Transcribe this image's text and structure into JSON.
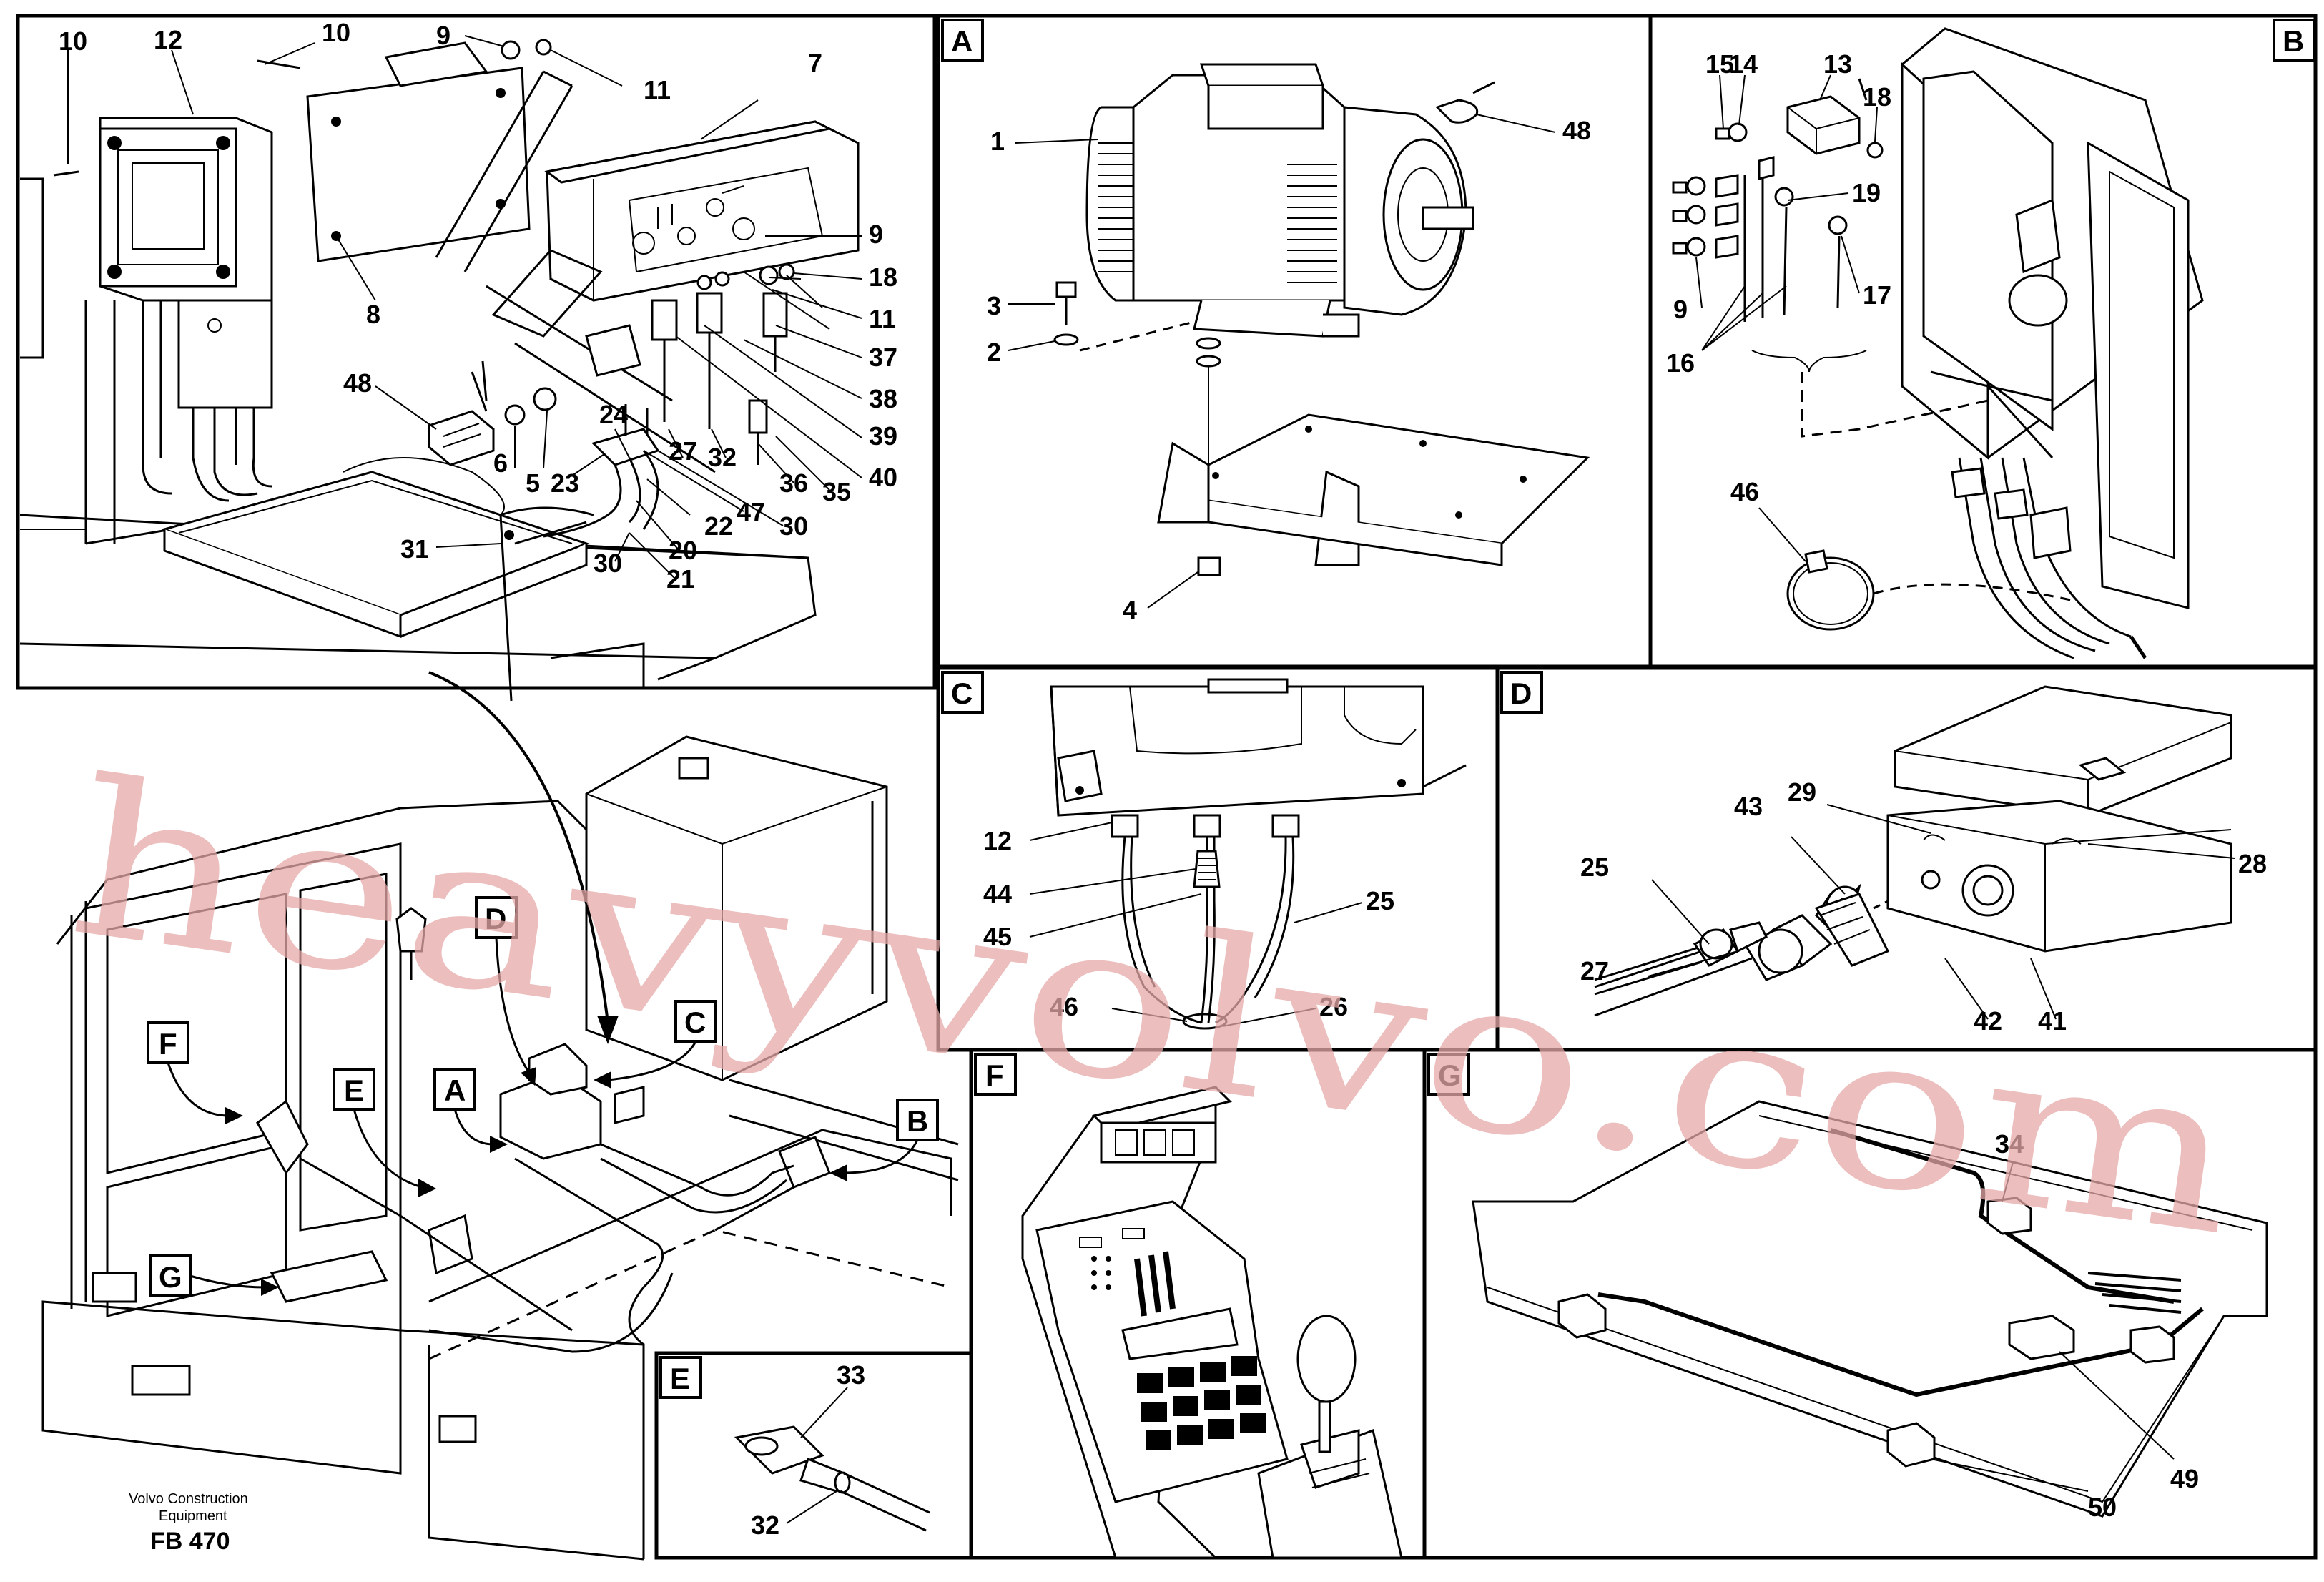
{
  "footer": {
    "maker_line1": "Volvo Construction",
    "maker_line2": "Equipment",
    "code": "FB 470"
  },
  "watermark": "heavyvolvo.com",
  "panels": {
    "A": "A",
    "B": "B",
    "C": "C",
    "D": "D",
    "E": "E",
    "F": "F",
    "G": "G"
  },
  "overview_labels": {
    "A": "A",
    "B": "B",
    "C": "C",
    "D": "D",
    "E": "E",
    "F": "F",
    "G": "G"
  },
  "callouts": {
    "main": [
      "10",
      "12",
      "10",
      "9",
      "11",
      "7",
      "9",
      "18",
      "11",
      "37",
      "38",
      "39",
      "40",
      "35",
      "36",
      "30",
      "47",
      "20",
      "21",
      "22",
      "23",
      "24",
      "27",
      "32",
      "5",
      "6",
      "48",
      "8",
      "31",
      "30"
    ],
    "A": [
      "1",
      "48",
      "3",
      "2",
      "4"
    ],
    "B": [
      "15",
      "14",
      "13",
      "18",
      "19",
      "17",
      "9",
      "16",
      "46"
    ],
    "C": [
      "12",
      "44",
      "25",
      "45",
      "46",
      "26"
    ],
    "D": [
      "43",
      "29",
      "25",
      "28",
      "27",
      "42",
      "41"
    ],
    "E": [
      "33",
      "32"
    ],
    "G": [
      "34",
      "49",
      "50"
    ]
  }
}
